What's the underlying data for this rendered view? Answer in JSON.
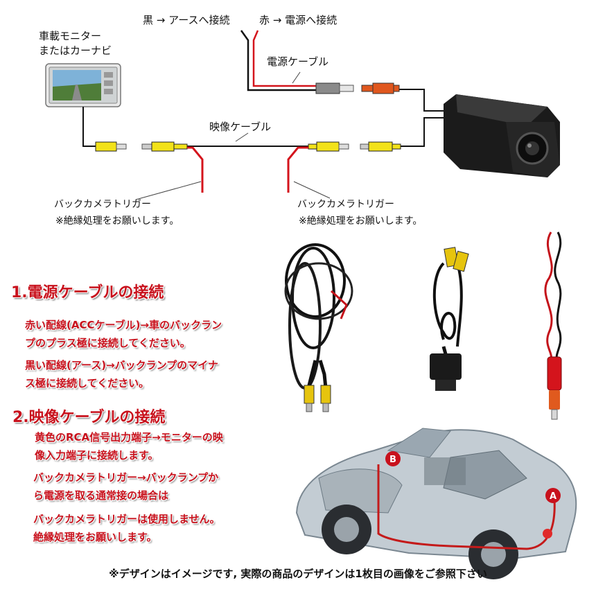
{
  "diagram": {
    "wire_legend_black": "黒 → アースへ接続",
    "wire_legend_red": "赤 → 電源へ接続",
    "power_cable_label": "電源ケーブル",
    "monitor_label_line1": "車載モニター",
    "monitor_label_line2": "またはカーナビ",
    "video_cable_label": "映像ケーブル",
    "trigger_left_line1": "バックカメラトリガー",
    "trigger_left_line2": "※絶縁処理をお願いします。",
    "trigger_right_line1": "バックカメラトリガー",
    "trigger_right_line2": "※絶縁処理をお願いします。",
    "marker_a": "A",
    "marker_b": "B"
  },
  "instructions": {
    "section1_title": "1.電源ケーブルの接続",
    "section1_p1_line1": "赤い配線(ACCケーブル)→車のバックラン",
    "section1_p1_line2": "プのプラス極に接続してください。",
    "section1_p2_line1": "黒い配線(アース)→バックランプのマイナ",
    "section1_p2_line2": "ス極に接続してください。",
    "section2_title": "2.映像ケーブルの接続",
    "section2_p1_line1": "黄色のRCA信号出力端子→モニターの映",
    "section2_p1_line2": "像入力端子に接続します。",
    "section2_p2_line1": "バックカメラトリガー→バックランプか",
    "section2_p2_line2": "ら電源を取る通常接の場合は",
    "section2_p3_line1": "バックカメラトリガーは使用しません。",
    "section2_p3_line2": "絶縁処理をお願いします。"
  },
  "footer": "※デザインはイメージです, 実際の商品のデザインは1枚目の画像をご参照下さい",
  "colors": {
    "red_text": "#c8111c",
    "wire_black": "#111111",
    "wire_red": "#d4141c",
    "rca_yellow": "#f2e21a",
    "dc_orange": "#e0571e"
  }
}
